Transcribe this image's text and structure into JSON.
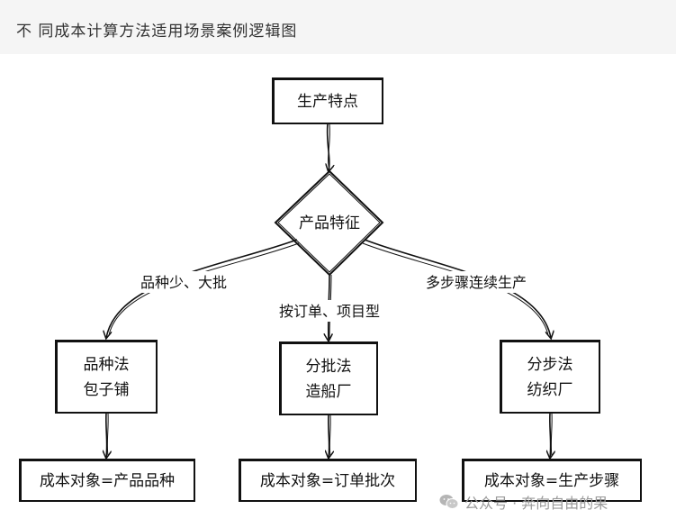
{
  "header": {
    "title": "不 同成本计算方法适用场景案例逻辑图"
  },
  "diagram": {
    "nodes": {
      "root": "生产特点",
      "decision": "产品特征",
      "method_left": [
        "品种法",
        "包子铺"
      ],
      "method_mid": [
        "分批法",
        "造船厂"
      ],
      "method_right": [
        "分步法",
        "纺织厂"
      ],
      "object_left": "成本对象=产品品种",
      "object_mid": "成本对象=订单批次",
      "object_right": "成本对象=生产步骤"
    },
    "edges": {
      "left": "品种少、大批",
      "mid": "按订单、项目型",
      "right": "多步骤连续生产"
    }
  },
  "watermark": {
    "text": "公众号 · 奔向自由的果",
    "icon": "wechat-icon"
  }
}
